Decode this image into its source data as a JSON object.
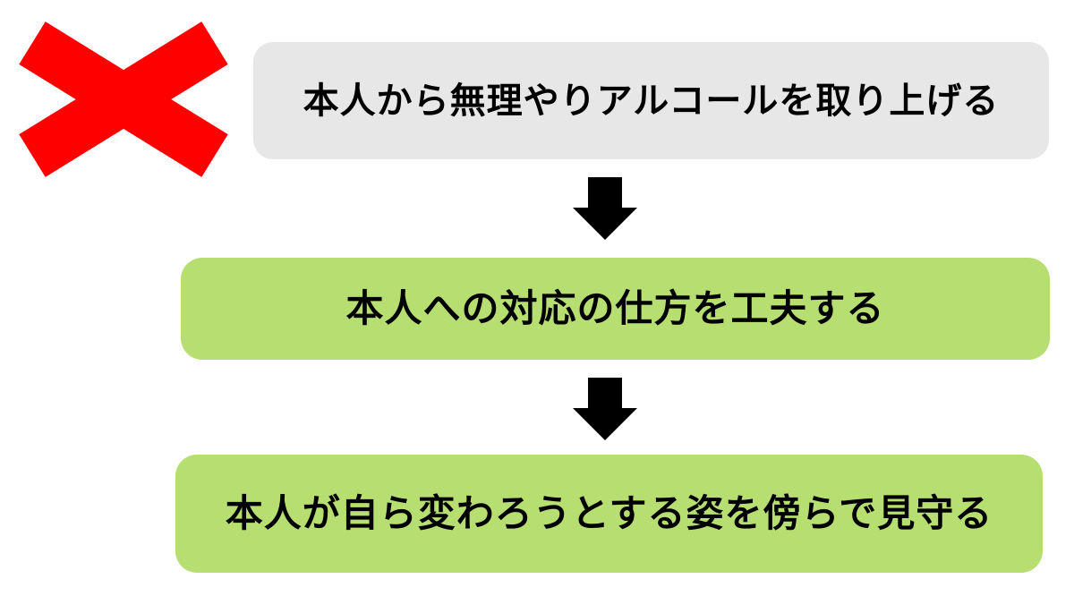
{
  "diagram": {
    "prohibited": {
      "label": "本人から無理やりアルコールを取り上げる",
      "marker": "red-x-icon"
    },
    "steps": [
      {
        "label": "本人への対応の仕方を工夫する"
      },
      {
        "label": "本人が自ら変わろうとする姿を傍らで見守る"
      }
    ],
    "colors": {
      "cross": "#FE0000",
      "prohibited_box": "#E7E7E7",
      "step_box": "#B6DE70",
      "arrow": "#000000",
      "text": "#000000"
    }
  }
}
